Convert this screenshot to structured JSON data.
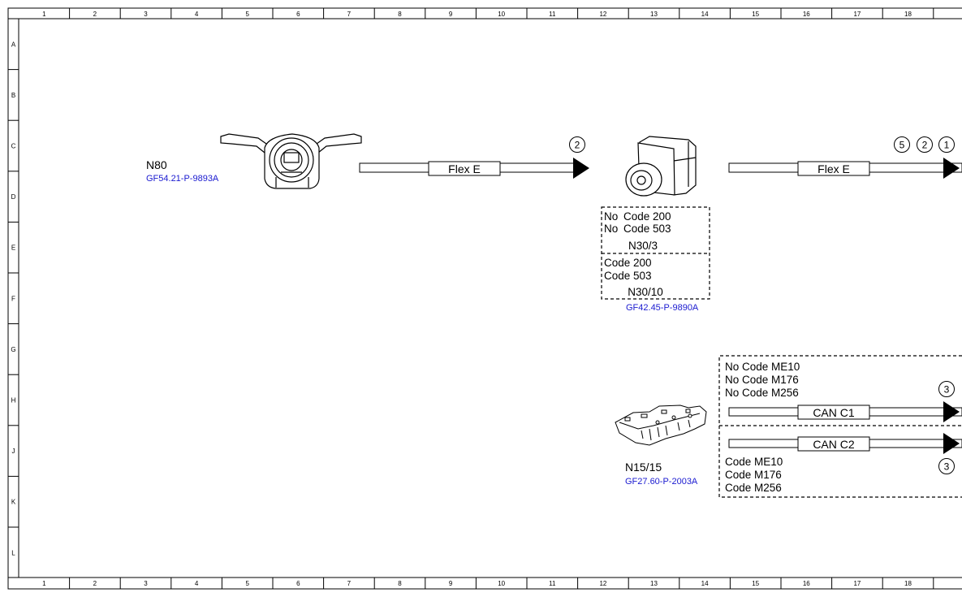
{
  "ruler": {
    "columns": [
      "1",
      "2",
      "3",
      "4",
      "5",
      "6",
      "7",
      "8",
      "9",
      "10",
      "11",
      "12",
      "13",
      "14",
      "15",
      "16",
      "17",
      "18"
    ],
    "rows": [
      "A",
      "B",
      "C",
      "D",
      "E",
      "F",
      "G",
      "H",
      "J",
      "K",
      "L"
    ]
  },
  "components": {
    "n80": {
      "label": "N80",
      "ref": "GF54.21-P-9893A"
    },
    "n30": {
      "top": {
        "lines": [
          "No",
          "Code 200",
          "No",
          "Code 503"
        ],
        "label": "N30/3"
      },
      "bottom": {
        "lines": [
          "Code 200",
          "Code 503"
        ],
        "label": "N30/10"
      },
      "ref": "GF42.45-P-9890A"
    },
    "n15": {
      "label": "N15/15",
      "ref": "GF27.60-P-2003A",
      "top_codes": [
        "No Code ME10",
        "No Code M176",
        "No Code M256"
      ],
      "bottom_codes": [
        "Code ME10",
        "Code M176",
        "Code M256"
      ]
    }
  },
  "buses": {
    "flex_e_1": "Flex E",
    "flex_e_2": "Flex E",
    "can_c1": "CAN C1",
    "can_c2": "CAN C2"
  },
  "markers": {
    "m1": "2",
    "m2a": "5",
    "m2b": "2",
    "m2c": "1",
    "m3": "3",
    "m4": "3"
  }
}
